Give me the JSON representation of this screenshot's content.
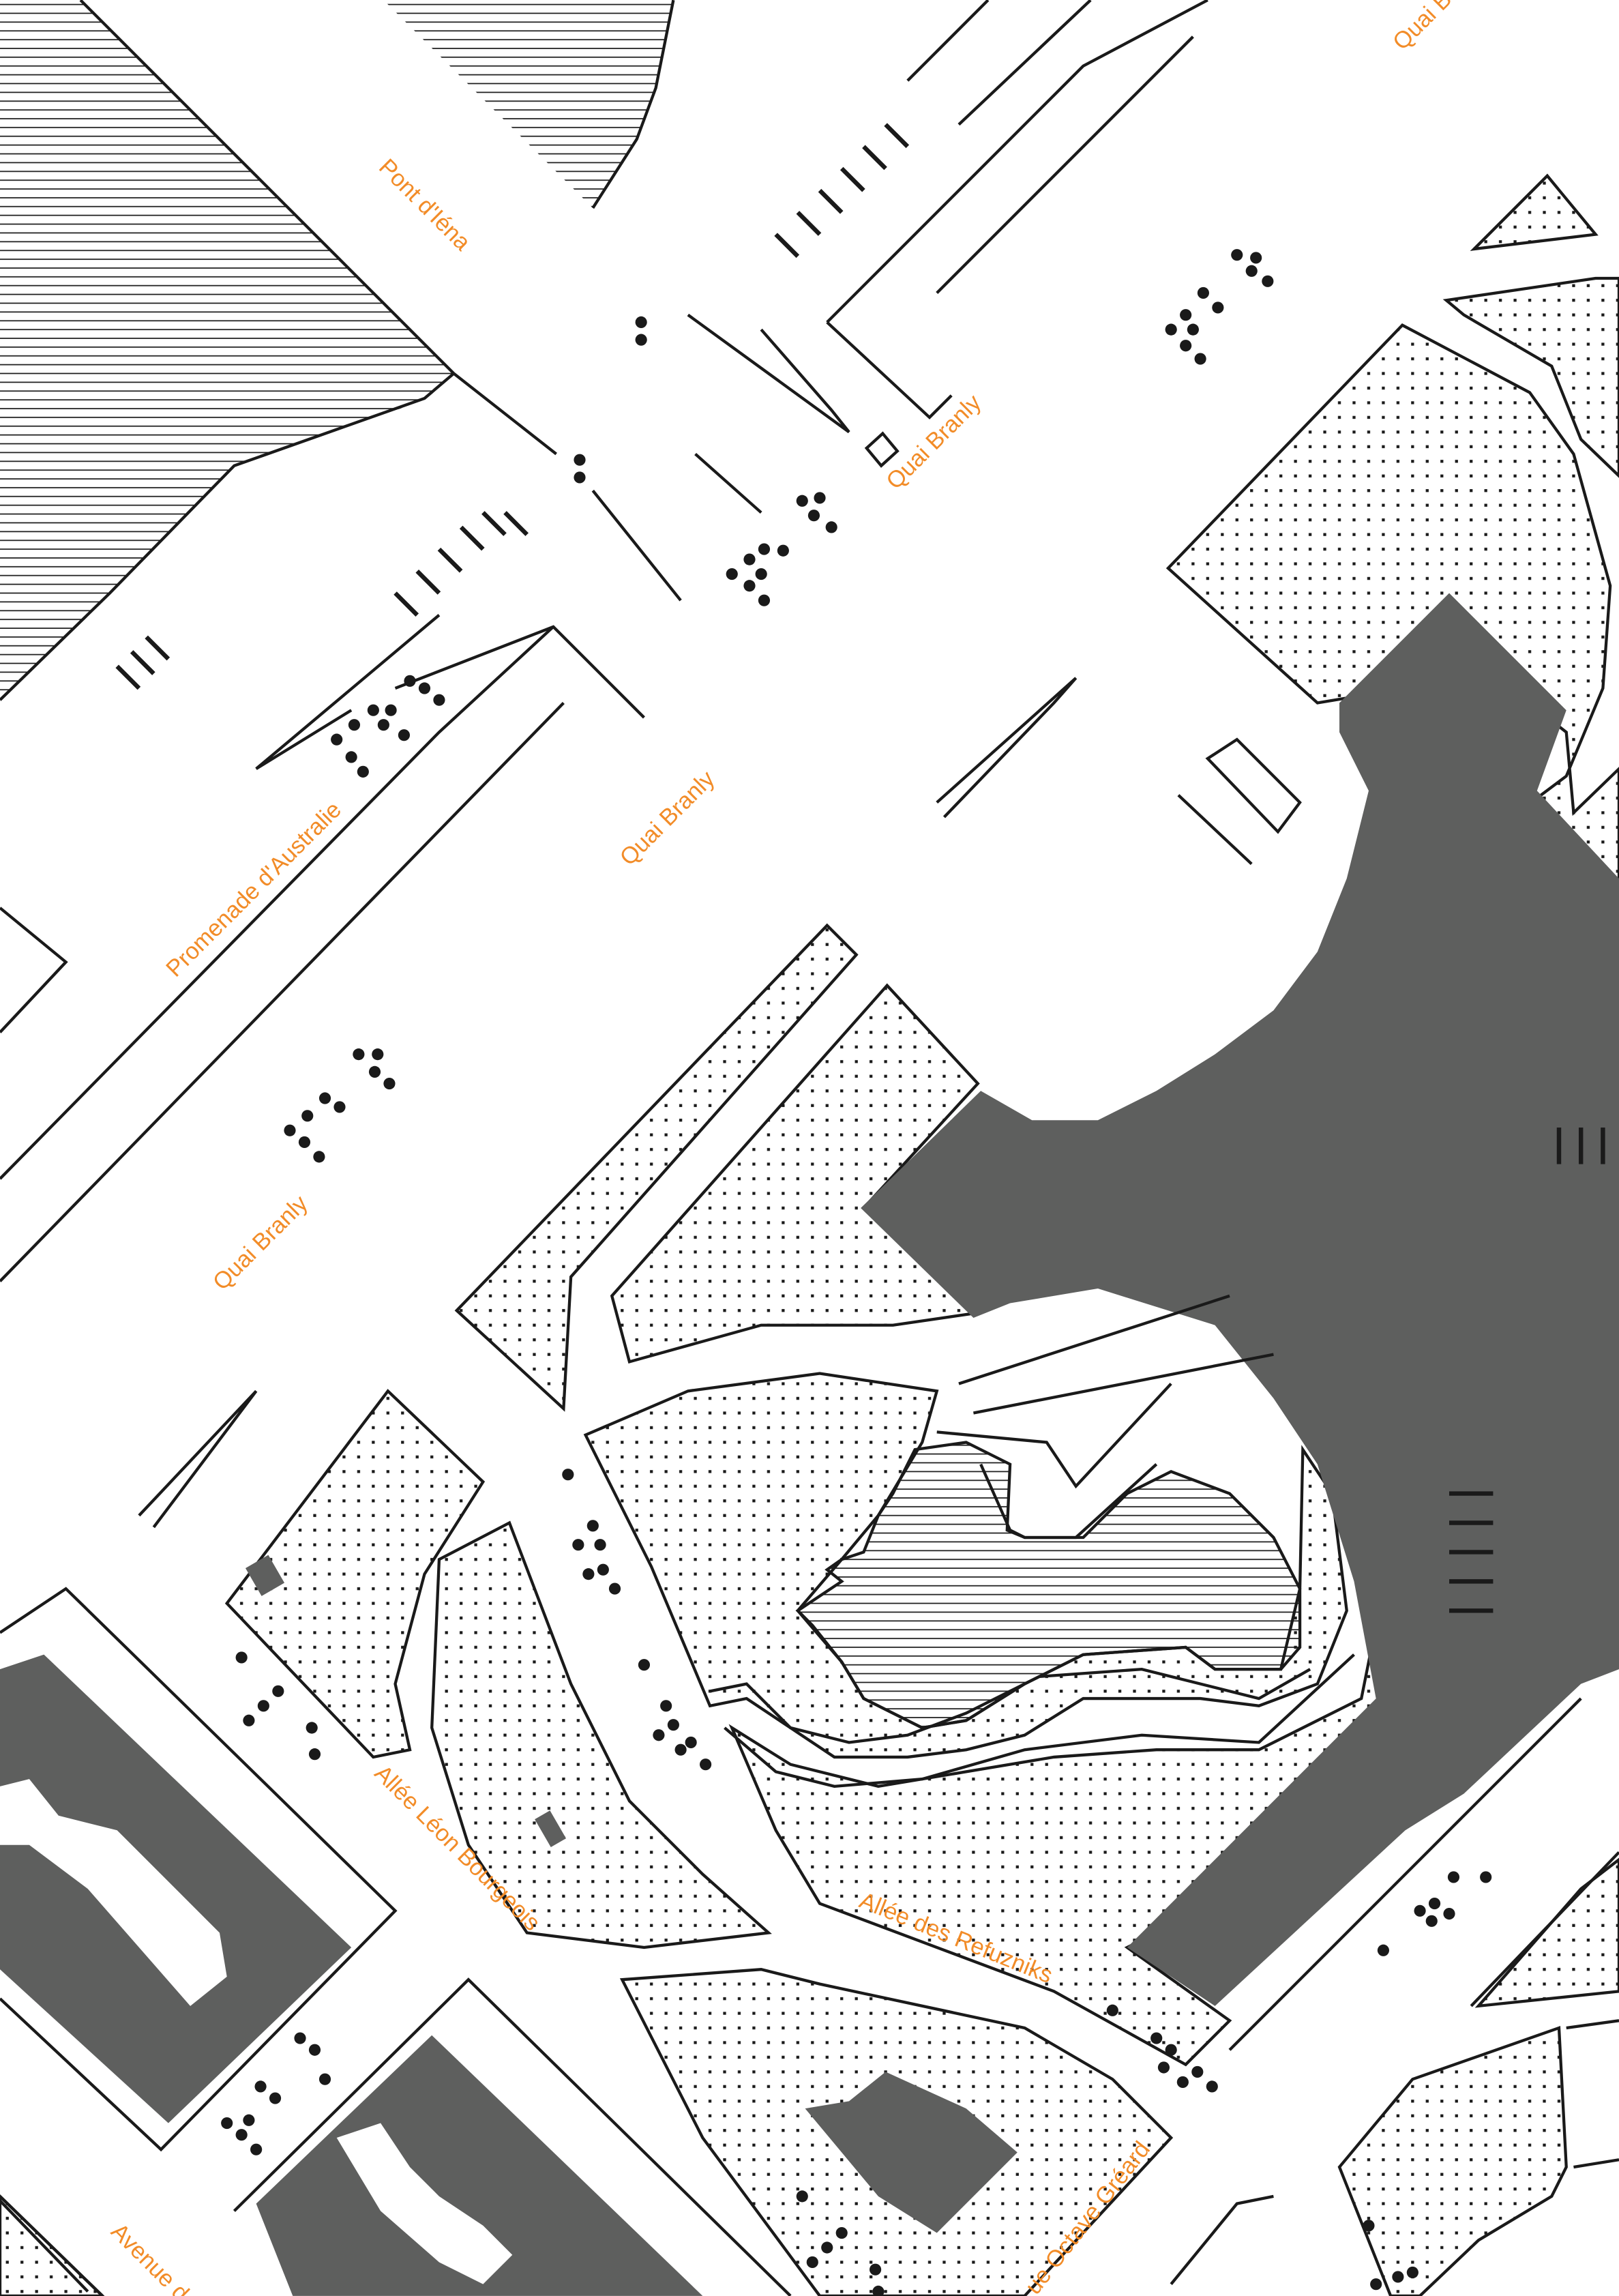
{
  "map": {
    "colors": {
      "label": "#f28c28",
      "building": "#5e5f5e",
      "line": "#1a1a1a",
      "background": "#ffffff"
    },
    "labels": {
      "quai_b_top": "Quai B",
      "pont_iena": "Pont d'Iéna",
      "quai_branly_1": "Quai Branly",
      "quai_branly_2": "Quai Branly",
      "promenade_australie": "Promenade d'Australie",
      "quai_branly_3": "Quai Branly",
      "allee_leon_bourgeois": "Allée Léon Bourgeois",
      "allee_refuzniks": "Allée des Refuzniks",
      "rue_octave_greard": "ue Octave Gréard",
      "avenue_d": "Avenue d"
    }
  }
}
